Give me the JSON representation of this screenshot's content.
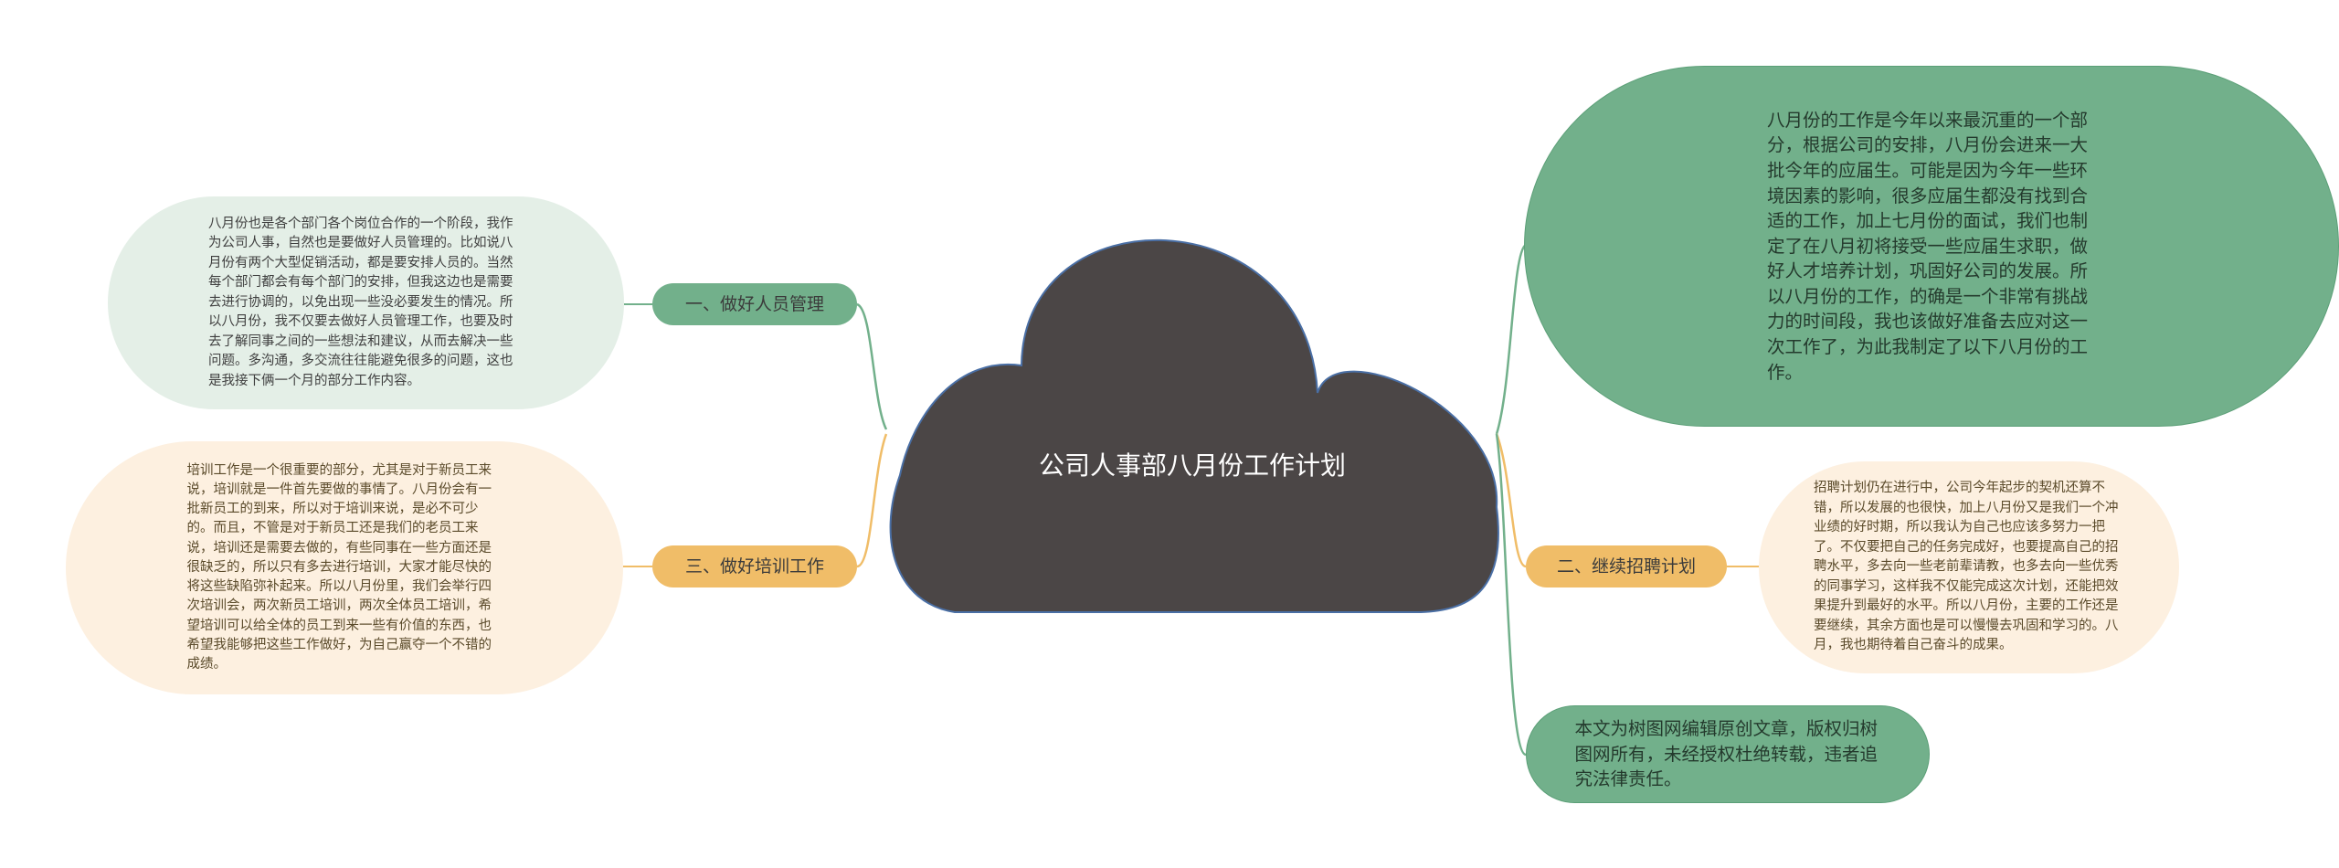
{
  "center": {
    "title": "公司人事部八月份工作计划"
  },
  "branches": {
    "b1": {
      "label": "一、做好人员管理"
    },
    "b2": {
      "label": "二、继续招聘计划"
    },
    "b3": {
      "label": "三、做好培训工作"
    }
  },
  "leaves": {
    "l1": "八月份也是各个部门各个岗位合作的一个阶段，我作为公司人事，自然也是要做好人员管理的。比如说八月份有两个大型促销活动，都是要安排人员的。当然每个部门都会有每个部门的安排，但我这边也是需要去进行协调的，以免出现一些没必要发生的情况。所以八月份，我不仅要去做好人员管理工作，也要及时去了解同事之间的一些想法和建议，从而去解决一些问题。多沟通，多交流往往能避免很多的问题，这也是我接下俩一个月的部分工作内容。",
    "l3": "培训工作是一个很重要的部分，尤其是对于新员工来说，培训就是一件首先要做的事情了。八月份会有一批新员工的到来，所以对于培训来说，是必不可少的。而且，不管是对于新员工还是我们的老员工来说，培训还是需要去做的，有些同事在一些方面还是很缺乏的，所以只有多去进行培训，大家才能尽快的将这些缺陷弥补起来。所以八月份里，我们会举行四次培训会，两次新员工培训，两次全体员工培训，希望培训可以给全体的员工到来一些有价值的东西，也希望我能够把这些工作做好，为自己赢夺一个不错的成绩。",
    "intro": "八月份的工作是今年以来最沉重的一个部分，根据公司的安排，八月份会进来一大批今年的应届生。可能是因为今年一些环境因素的影响，很多应届生都没有找到合适的工作，加上七月份的面试，我们也制定了在八月初将接受一些应届生求职，做好人才培养计划，巩固好公司的发展。所以八月份的工作，的确是一个非常有挑战力的时间段，我也该做好准备去应对这一次工作了，为此我制定了以下八月份的工作。",
    "l2": "招聘计划仍在进行中，公司今年起步的契机还算不错，所以发展的也很快，加上八月份又是我们一个冲业绩的好时期，所以我认为自己也应该多努力一把了。不仅要把自己的任务完成好，也要提高自己的招聘水平，多去向一些老前辈请教，也多去向一些优秀的同事学习，这样我不仅能完成这次计划，还能把效果提升到最好的水平。所以八月份，主要的工作还是要继续，其余方面也是可以慢慢去巩固和学习的。八月，我也期待着自己奋斗的成果。",
    "note": "本文为树图网编辑原创文章，版权归树图网所有，未经授权杜绝转载，违者追究法律责任。"
  },
  "colors": {
    "cloud": "#4b4646",
    "cloud_outline": "#4a6fa5",
    "green": "#72b08b",
    "green_light": "#e4efe7",
    "orange": "#f0bd68",
    "orange_light": "#fdf0e0"
  }
}
